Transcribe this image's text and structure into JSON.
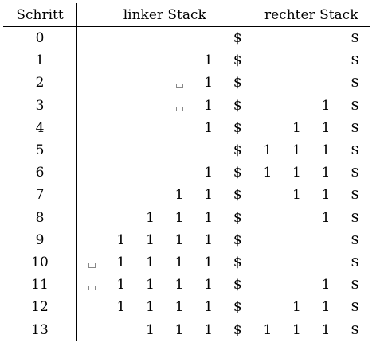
{
  "table": {
    "headers": {
      "step": "Schritt",
      "left": "linker Stack",
      "right": "rechter Stack"
    },
    "rows": [
      {
        "step": "0",
        "left": [
          "",
          "",
          "",
          "",
          "",
          "$"
        ],
        "right": [
          "",
          "",
          "",
          "$"
        ]
      },
      {
        "step": "1",
        "left": [
          "",
          "",
          "",
          "",
          "1",
          "$"
        ],
        "right": [
          "",
          "",
          "",
          "$"
        ]
      },
      {
        "step": "2",
        "left": [
          "",
          "",
          "",
          "␣",
          "1",
          "$"
        ],
        "right": [
          "",
          "",
          "",
          "$"
        ]
      },
      {
        "step": "3",
        "left": [
          "",
          "",
          "",
          "␣",
          "1",
          "$"
        ],
        "right": [
          "",
          "",
          "1",
          "$"
        ]
      },
      {
        "step": "4",
        "left": [
          "",
          "",
          "",
          "",
          "1",
          "$"
        ],
        "right": [
          "",
          "1",
          "1",
          "$"
        ]
      },
      {
        "step": "5",
        "left": [
          "",
          "",
          "",
          "",
          "",
          "$"
        ],
        "right": [
          "1",
          "1",
          "1",
          "$"
        ]
      },
      {
        "step": "6",
        "left": [
          "",
          "",
          "",
          "",
          "1",
          "$"
        ],
        "right": [
          "1",
          "1",
          "1",
          "$"
        ]
      },
      {
        "step": "7",
        "left": [
          "",
          "",
          "",
          "1",
          "1",
          "$"
        ],
        "right": [
          "",
          "1",
          "1",
          "$"
        ]
      },
      {
        "step": "8",
        "left": [
          "",
          "",
          "1",
          "1",
          "1",
          "$"
        ],
        "right": [
          "",
          "",
          "1",
          "$"
        ]
      },
      {
        "step": "9",
        "left": [
          "",
          "1",
          "1",
          "1",
          "1",
          "$"
        ],
        "right": [
          "",
          "",
          "",
          "$"
        ]
      },
      {
        "step": "10",
        "left": [
          "␣",
          "1",
          "1",
          "1",
          "1",
          "$"
        ],
        "right": [
          "",
          "",
          "",
          "$"
        ]
      },
      {
        "step": "11",
        "left": [
          "␣",
          "1",
          "1",
          "1",
          "1",
          "$"
        ],
        "right": [
          "",
          "",
          "1",
          "$"
        ]
      },
      {
        "step": "12",
        "left": [
          "",
          "1",
          "1",
          "1",
          "1",
          "$"
        ],
        "right": [
          "",
          "1",
          "1",
          "$"
        ]
      },
      {
        "step": "13",
        "left": [
          "",
          "",
          "1",
          "1",
          "1",
          "$"
        ],
        "right": [
          "1",
          "1",
          "1",
          "$"
        ]
      }
    ]
  }
}
